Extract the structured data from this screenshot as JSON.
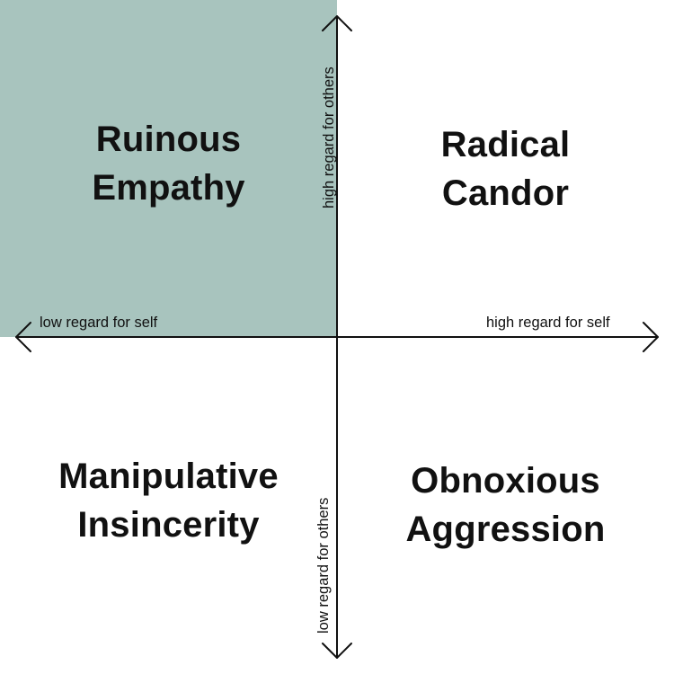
{
  "quadrants": {
    "top_left": {
      "line1": "Ruinous",
      "line2": "Empathy",
      "highlighted": true
    },
    "top_right": {
      "line1": "Radical",
      "line2": "Candor",
      "highlighted": false
    },
    "bottom_left": {
      "line1": "Manipulative",
      "line2": "Insincerity",
      "highlighted": false
    },
    "bottom_right": {
      "line1": "Obnoxious",
      "line2": "Aggression",
      "highlighted": false
    }
  },
  "axes": {
    "x_negative": "low regard for self",
    "x_positive": "high regard for self",
    "y_positive": "high regard for others",
    "y_negative": "low regard for others"
  },
  "colors": {
    "highlight": "#A8C4BE",
    "axis": "#111111",
    "text": "#111111",
    "background": "#FFFFFF"
  }
}
